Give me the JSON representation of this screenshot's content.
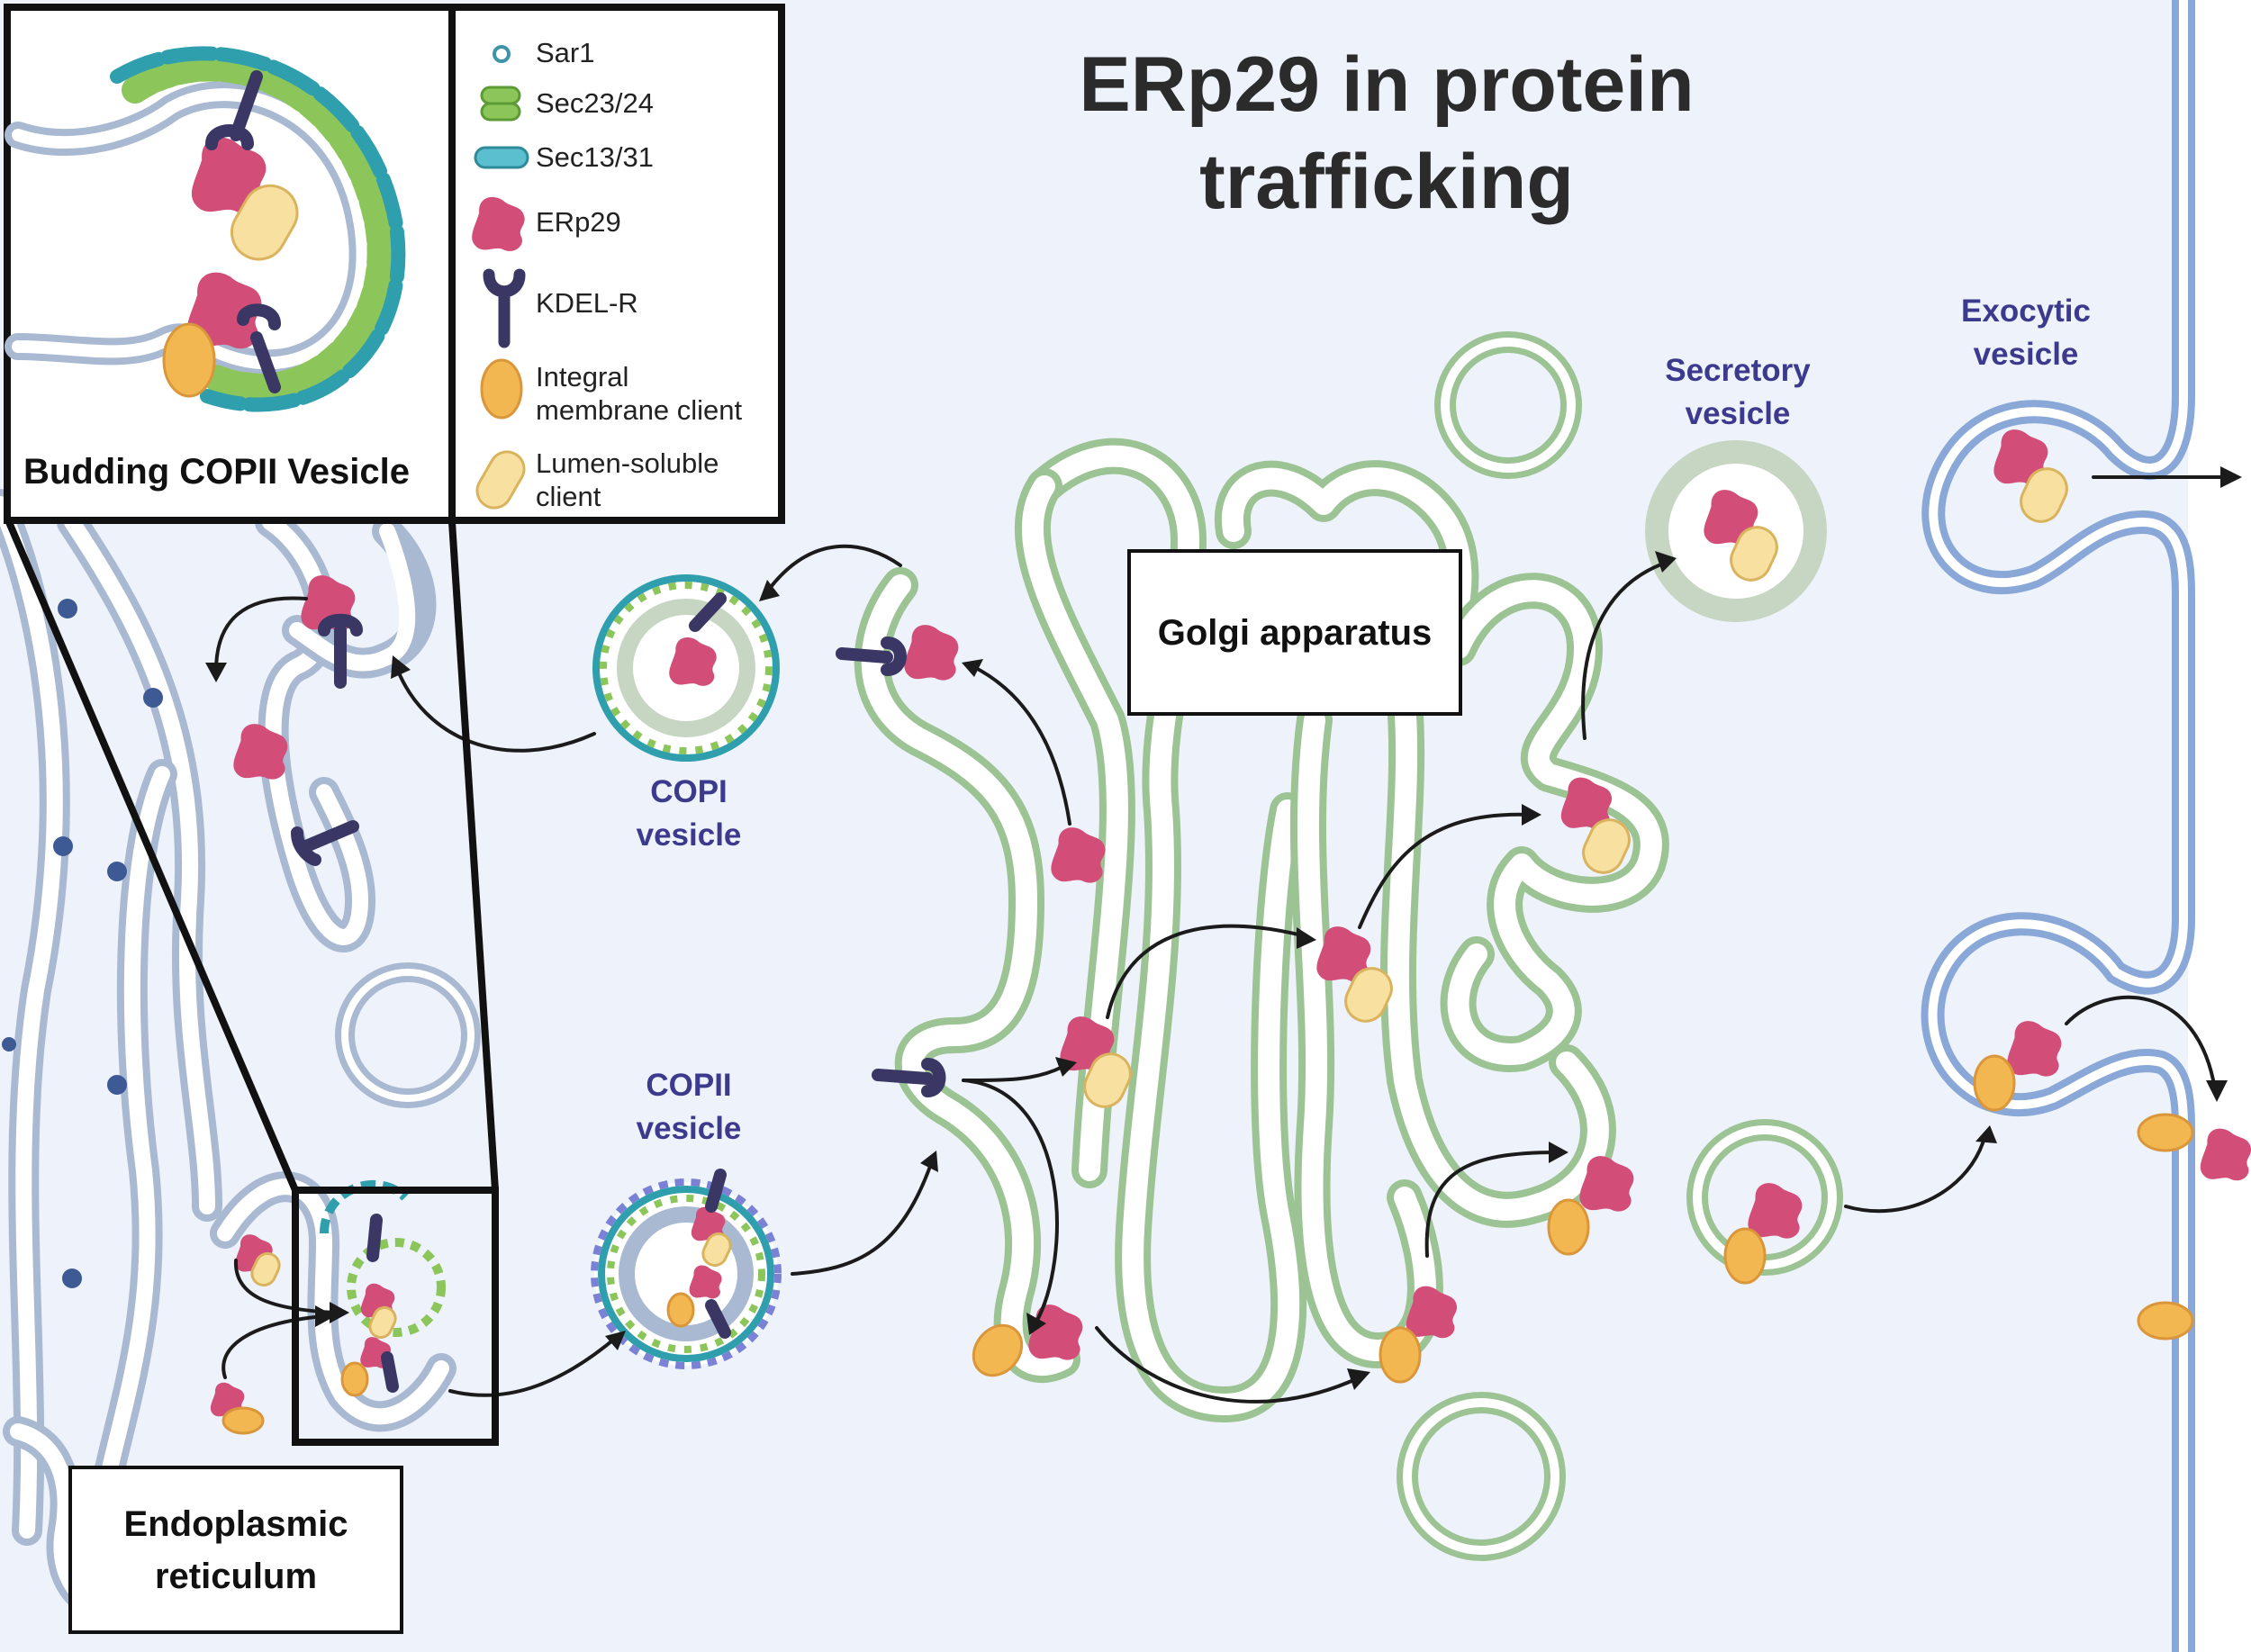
{
  "title": "ERp29 in protein trafficking",
  "labels": {
    "er": "Endoplasmic reticulum",
    "golgi": "Golgi apparatus",
    "copi": "COPI vesicle",
    "copii": "COPII vesicle",
    "secretory": "Secretory vesicle",
    "exocytic": "Exocytic vesicle",
    "inset_caption": "Budding COPII Vesicle"
  },
  "legend": [
    {
      "label": "Sar1",
      "icon": "sar1-icon"
    },
    {
      "label": "Sec23/24",
      "icon": "sec23-24-icon"
    },
    {
      "label": "Sec13/31",
      "icon": "sec13-31-icon"
    },
    {
      "label": "ERp29",
      "icon": "erp29-icon"
    },
    {
      "label": "KDEL-R",
      "icon": "kdel-r-icon"
    },
    {
      "label": "Integral membrane client",
      "icon": "integral-membrane-client-icon"
    },
    {
      "label": "Lumen-soluble client",
      "icon": "lumen-soluble-client-icon"
    }
  ],
  "colors": {
    "background": "#edf2fb",
    "er_membrane": "#a9b9d2",
    "golgi_membrane": "#9cc393",
    "erp29": "#d24d78",
    "kdel_r": "#3a3764",
    "integral_client": "#f3b751",
    "lumen_client": "#f7e0a0",
    "sec23_24": "#8cc65a",
    "sec13_31": "#2f9fae",
    "sar1": "#3e93a8",
    "vesicle_label": "#3c3a8c",
    "plasma_membrane": "#8aa8d7"
  }
}
